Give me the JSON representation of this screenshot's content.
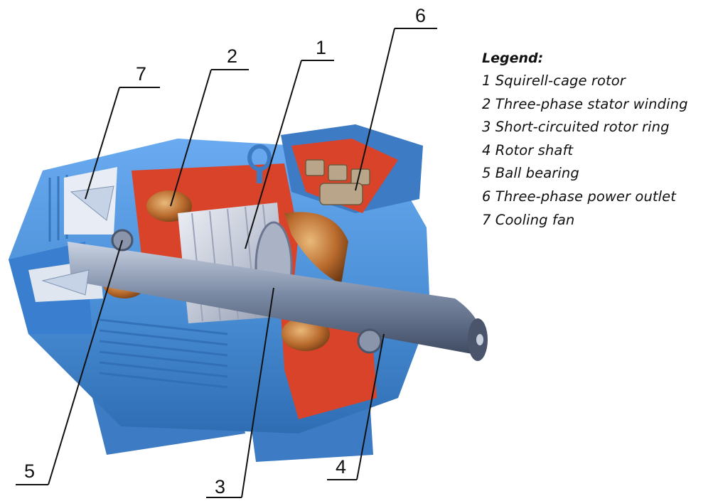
{
  "legend": {
    "title": "Legend:",
    "items": [
      "1 Squirell-cage rotor",
      "2 Three-phase stator winding",
      "3 Short-circuited rotor ring",
      "4 Rotor shaft",
      "5 Ball bearing",
      "6 Three-phase power outlet",
      "7 Cooling fan"
    ]
  },
  "callouts": {
    "c1": "1",
    "c2": "2",
    "c3": "3",
    "c4": "4",
    "c5": "5",
    "c6": "6",
    "c7": "7"
  },
  "colors": {
    "housing": "#4a8fd6",
    "housing_dark": "#2f6db3",
    "cutaway_red": "#d9432a",
    "copper": "#b86a2c",
    "rotor": "#c9cdd8",
    "shaft": "#6b7a94"
  },
  "icons": [
    "induction-motor-cutaway"
  ]
}
